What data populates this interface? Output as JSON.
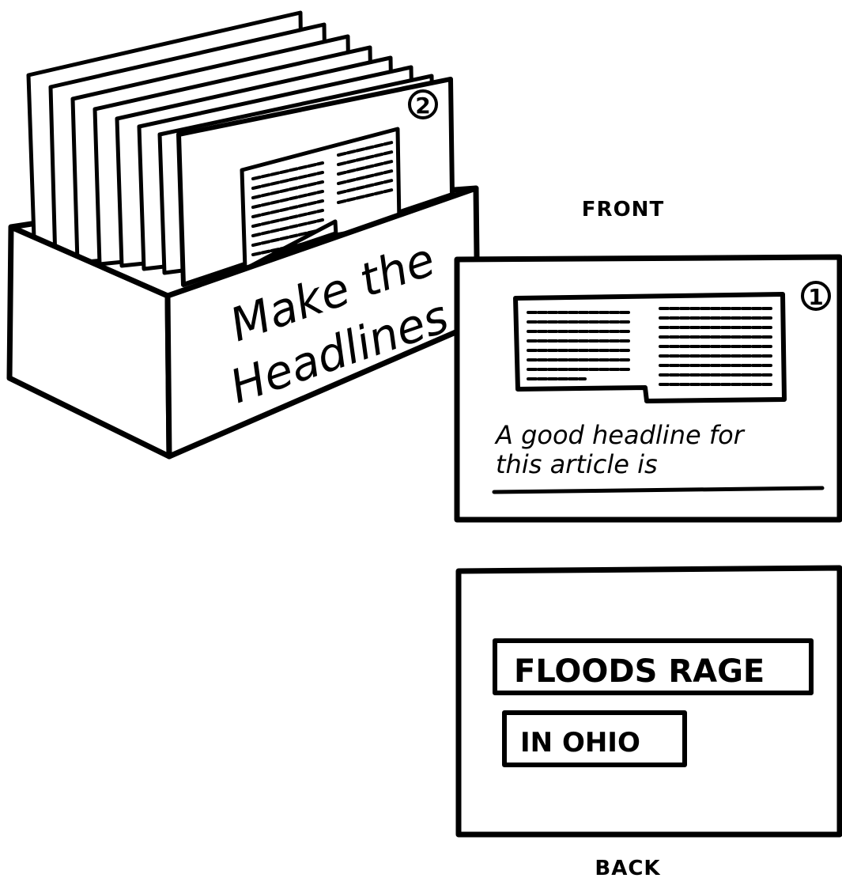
{
  "box": {
    "label_line1": "Make the",
    "label_line2": "Headlines !",
    "front_card_number": "2"
  },
  "front_card": {
    "caption": "FRONT",
    "number": "1",
    "prompt_line1": "A good  headline  for",
    "prompt_line2": "this  article  is"
  },
  "back_card": {
    "caption": "BACK",
    "headline_word1": "FLOODS  RAGE",
    "headline_word2": "IN  OHIO"
  }
}
